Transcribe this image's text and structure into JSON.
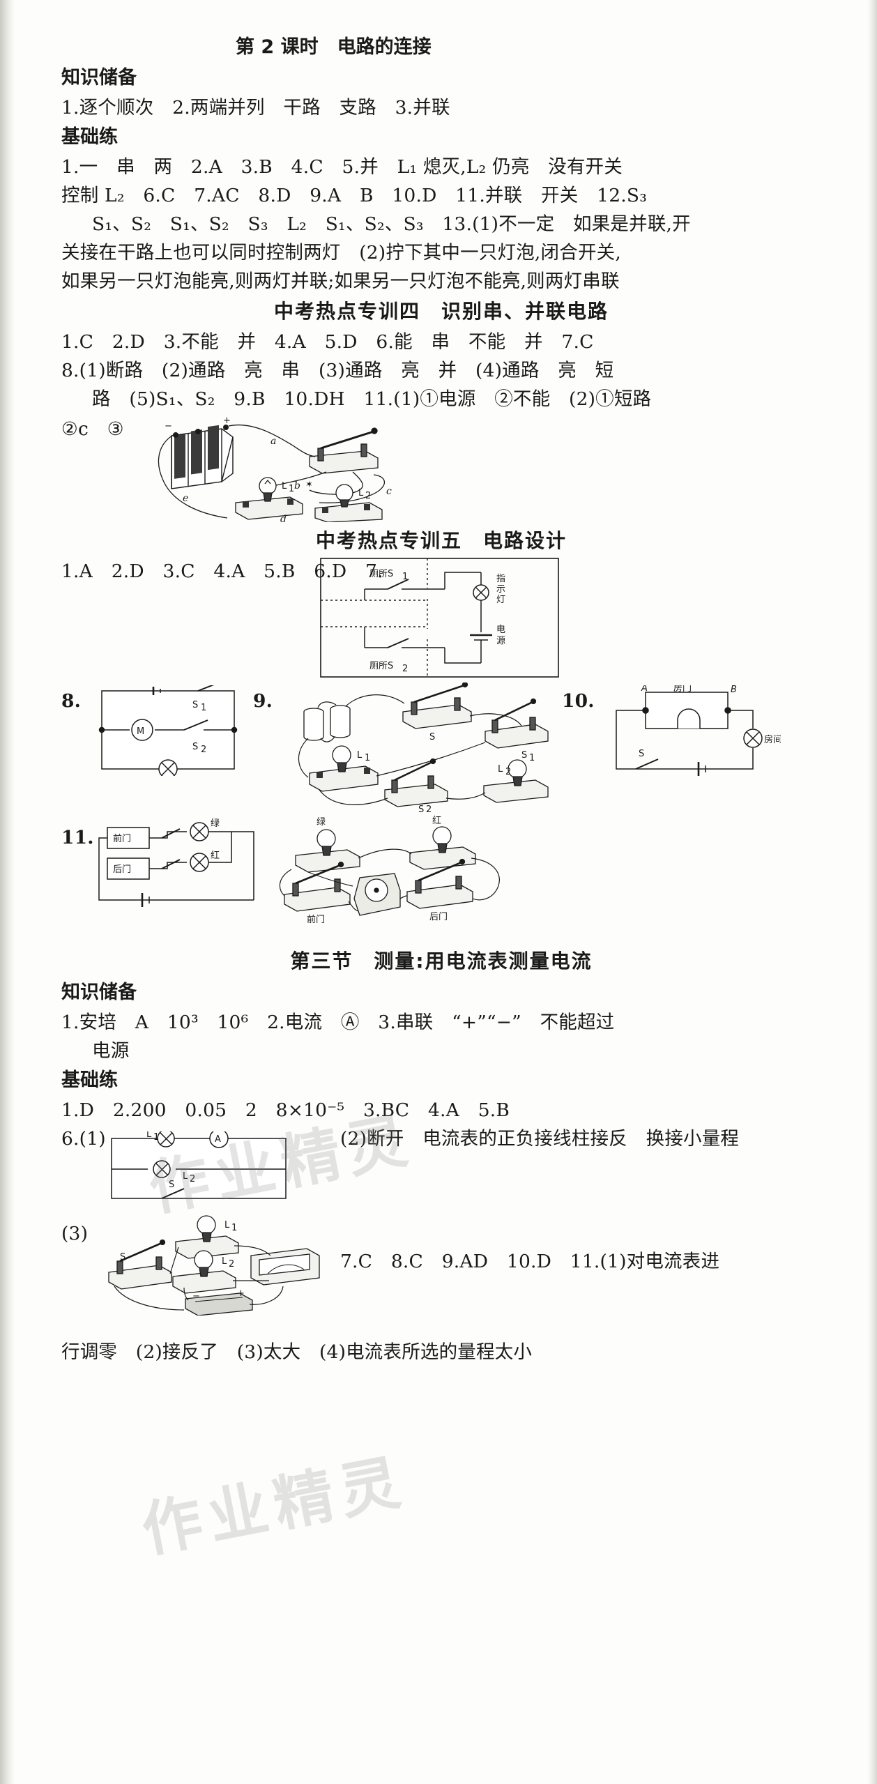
{
  "page": {
    "lesson_title": "第 2 课时　电路的连接"
  },
  "section1": {
    "heading_knowledge": "知识储备",
    "knowledge_line": "1.逐个顺次　2.两端并列　干路　支路　3.并联",
    "heading_basic": "基础练",
    "basic_lines": [
      "1.一　串　两　2.A　3.B　4.C　5.并　L₁ 熄灭,L₂ 仍亮　没有开关",
      "控制 L₂　6.C　7.AC　8.D　9.A　B　10.D　11.并联　开关　12.S₃",
      "S₁、S₂　S₁、S₂　S₃　L₂　S₁、S₂、S₃　13.(1)不一定　如果是并联,开",
      "关接在干路上也可以同时控制两灯　(2)拧下其中一只灯泡,闭合开关,",
      "如果另一只灯泡能亮,则两灯并联;如果另一只灯泡不能亮,则两灯串联"
    ]
  },
  "section2": {
    "title": "中考热点专训四　识别串、并联电路",
    "lines": [
      "1.C　2.D　3.不能　并　4.A　5.D　6.能　串　不能　并　7.C",
      "8.(1)断路　(2)通路　亮　串　(3)通路　亮　并　(4)通路　亮　短",
      "路　(5)S₁、S₂　9.B　10.DH　11.(1)①电源　②不能　(2)①短路",
      "②c　③"
    ],
    "figure_labels": {
      "minus": "−",
      "plus": "+",
      "a": "a",
      "b": "b",
      "c": "c",
      "d": "d",
      "e": "e",
      "lamp1": "L₁",
      "lamp2": "L₂",
      "circle2": "②",
      "circle3": "③",
      "c_after": "c"
    }
  },
  "section3": {
    "title": "中考热点专训五　电路设计",
    "answer_line": "1.A　2.D　3.C　4.A　5.B　6.D　7.",
    "fig7": {
      "name": "toilet-indicator-circuit",
      "labels": {
        "s1": "厕所S₁",
        "s2": "厕所S₂",
        "lamp": "指示灯",
        "source": "电源"
      }
    },
    "fig8": {
      "num": "8.",
      "labels": {
        "s1": "S₁",
        "s2": "S₂",
        "motor": "M"
      }
    },
    "fig9": {
      "num": "9.",
      "labels": {
        "s": "S",
        "s1": "S₁",
        "s2": "S₂",
        "l1": "L₁",
        "l2": "L₂"
      }
    },
    "fig10": {
      "num": "10.",
      "labels": {
        "a": "A",
        "b": "B",
        "door": "房门",
        "room": "房间",
        "s": "S"
      }
    },
    "fig11": {
      "num": "11.",
      "labels": {
        "front_door": "前门",
        "back_door": "后门",
        "green": "绿",
        "red": "红",
        "green2": "绿",
        "red2": "红",
        "front_door2": "前门",
        "back_door2": "后门"
      }
    }
  },
  "section4": {
    "chapter_title": "第三节　测量:用电流表测量电流",
    "heading_knowledge": "知识储备",
    "knowledge_lines": [
      "1.安培　A　10³　10⁶　2.电流　Ⓐ　3.串联　“+”“−”　不能超过",
      "电源"
    ],
    "heading_basic": "基础练",
    "basic_lines": [
      "1.D　2.200　0.05　2　8×10⁻⁵　3.BC　4.A　5.B",
      "6.(1)",
      "(2)断开　电流表的正负接线柱接反　换接小量程",
      "(3)",
      "7.C　8.C　9.AD　10.D　11.(1)对电流表进",
      "行调零　(2)接反了　(3)太大　(4)电流表所选的量程太小"
    ],
    "fig6_labels": {
      "l1": "L₁",
      "l2": "L₂",
      "s": "S",
      "ammeter": "A"
    },
    "fig6b_labels": {
      "l1": "L₁",
      "l2": "L₂",
      "s": "S"
    }
  },
  "watermark": {
    "text1": "作业精灵",
    "text2": "作业精灵"
  }
}
